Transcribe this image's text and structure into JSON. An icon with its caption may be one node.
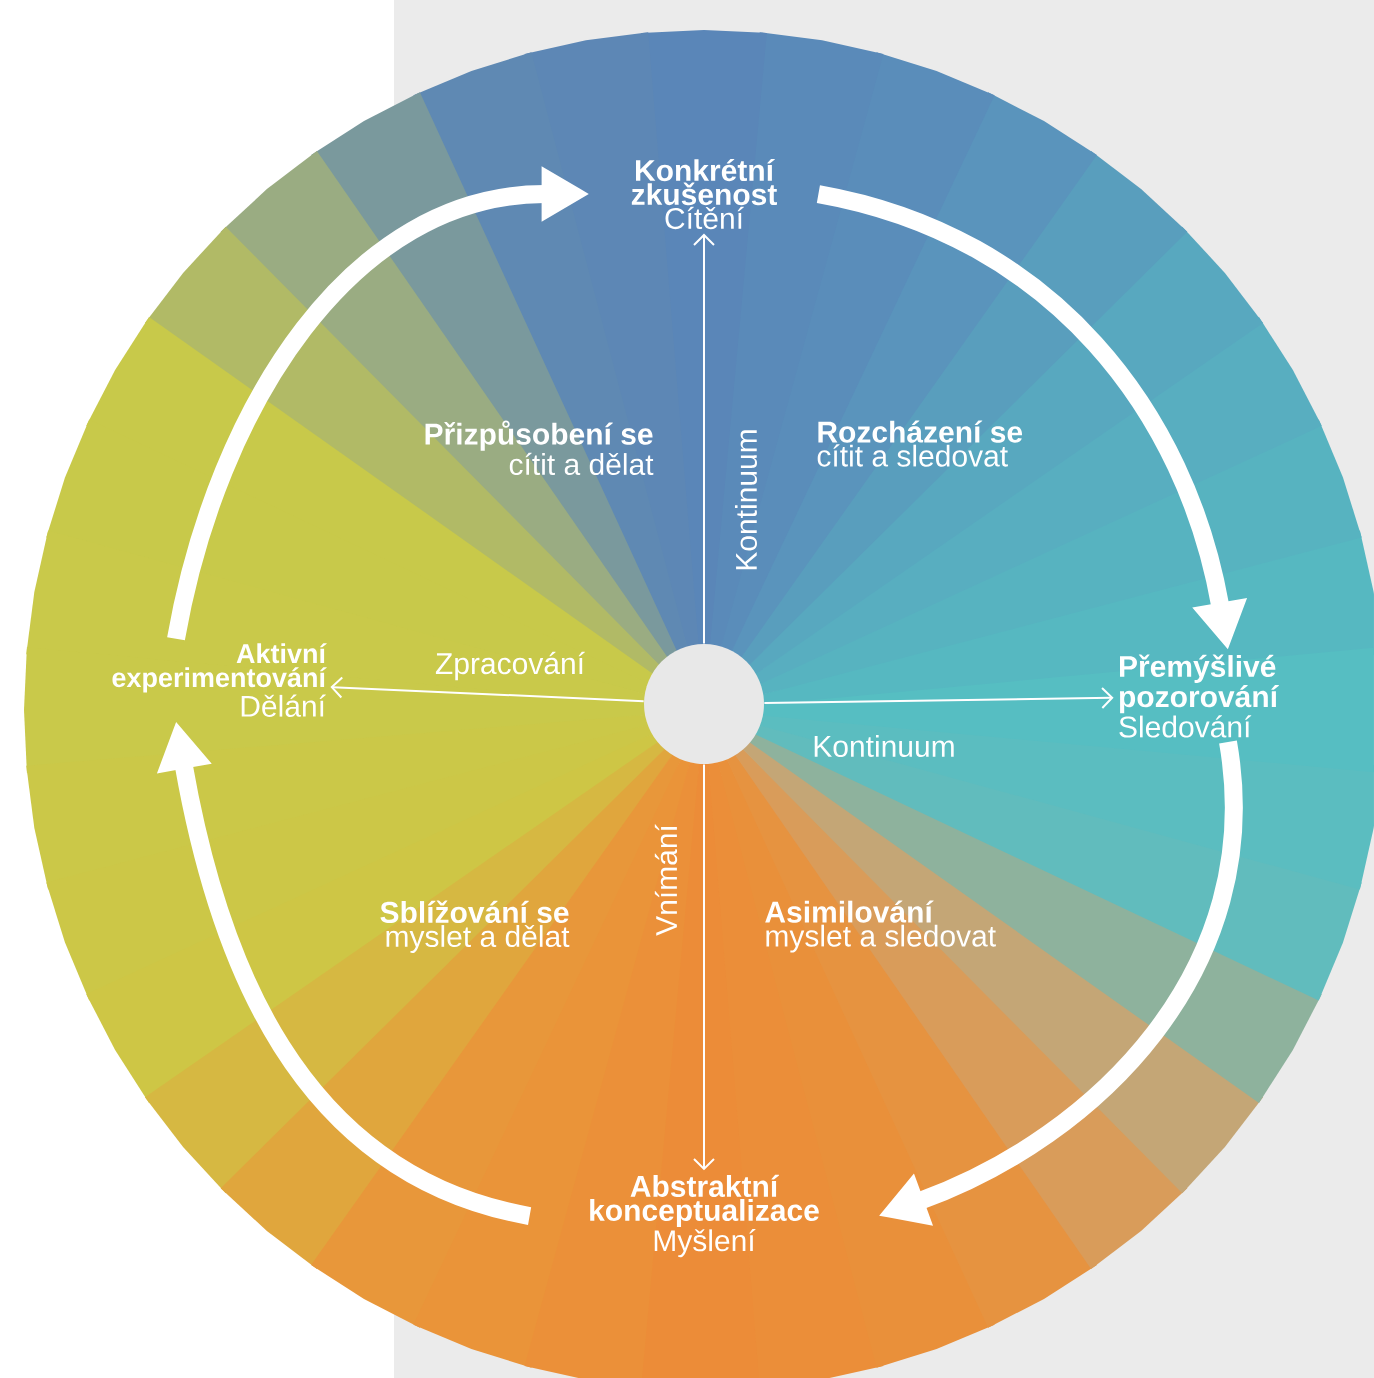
{
  "diagram": {
    "nodes": [
      {
        "text": [
          "Konkrétní zkušenost",
          "Cítění"
        ]
      },
      {
        "text": [
          "Přemýšlivé pozorování",
          "Sledování"
        ]
      },
      {
        "text": [
          "Abstraktní konceptualizace",
          "Myšlení"
        ]
      },
      {
        "text": [
          "Aktivní experimentování",
          "Dělání"
        ]
      },
      {
        "text": [],
        "shape": "circle"
      }
    ],
    "edges": [
      {
        "from": 0,
        "to": 1,
        "arrow": "to",
        "style": "thick"
      },
      {
        "from": 1,
        "to": 2,
        "arrow": "to",
        "style": "thick"
      },
      {
        "from": 2,
        "to": 3,
        "arrow": "to",
        "style": "thick"
      },
      {
        "from": 3,
        "to": 0,
        "arrow": "to",
        "style": "thick"
      },
      {
        "from": 4,
        "to": 0,
        "arrow": "to",
        "label": "Kontinuum"
      },
      {
        "from": 4,
        "to": 3,
        "arrow": "to",
        "label": "Zpracování"
      },
      {
        "from": 4,
        "to": 1,
        "arrow": "to",
        "label": "Kontinuum"
      },
      {
        "from": 4,
        "to": 2,
        "arrow": "to",
        "label": "Vnímání"
      }
    ],
    "labels": [
      "Přizpůsobení se",
      "cítit a dělat",
      "Rozcházení se",
      "cítit a sledovat",
      "Sblížování se",
      "myslet a dělat",
      "Asimilování",
      "myslet a sledovat"
    ]
  }
}
